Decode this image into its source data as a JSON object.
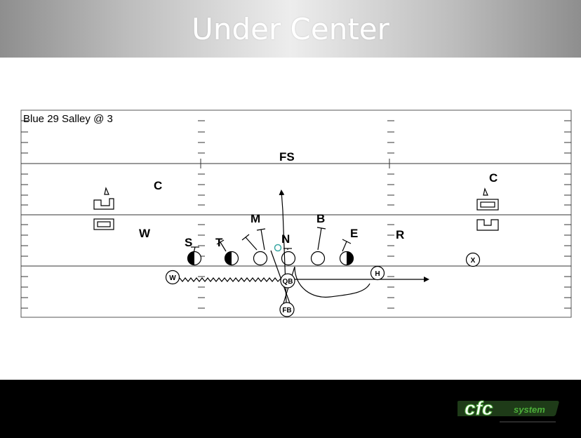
{
  "slide": {
    "title": "Under Center"
  },
  "play": {
    "name": "Blue 29 Salley @ 3",
    "defense": {
      "fs": "FS",
      "c_left": "C",
      "c_right": "C",
      "w": "W",
      "m": "M",
      "b": "B",
      "s": "S",
      "t": "T",
      "n": "N",
      "e": "E",
      "r": "R"
    },
    "offense": {
      "w": "W",
      "qb": "QB",
      "fb": "FB",
      "h": "H",
      "x": "X"
    }
  },
  "logo": {
    "text_main": "cfc",
    "text_sub": "system",
    "color": "#4caf3a"
  }
}
